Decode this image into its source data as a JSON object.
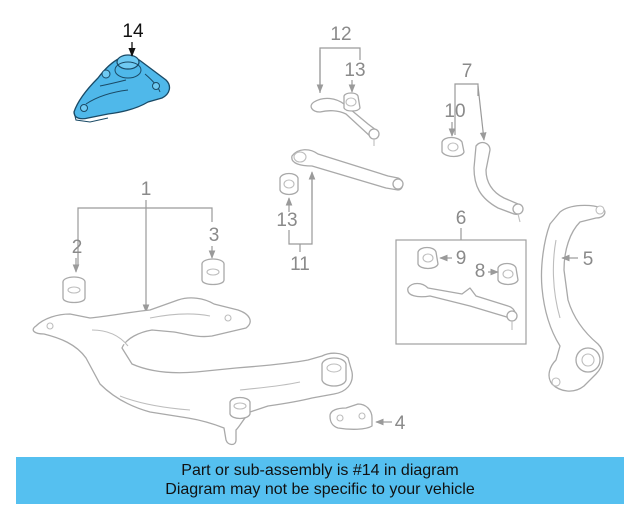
{
  "callouts": {
    "c1": "1",
    "c2": "2",
    "c3": "3",
    "c4": "4",
    "c5": "5",
    "c6": "6",
    "c7": "7",
    "c8": "8",
    "c9": "9",
    "c10": "10",
    "c11": "11",
    "c12": "12",
    "c13a": "13",
    "c13b": "13",
    "c14": "14"
  },
  "highlight_color": "#4fb8ea",
  "banner": {
    "line1": "Part or sub-assembly is #14 in diagram",
    "line2": "Diagram may not be specific to your vehicle",
    "color": "#55c0f0"
  }
}
